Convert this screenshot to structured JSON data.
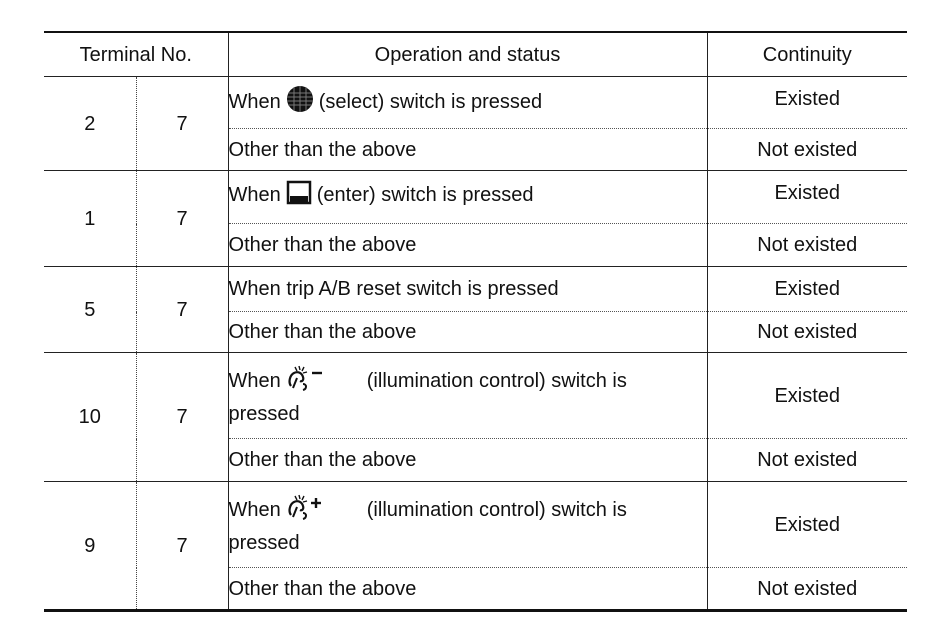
{
  "table": {
    "headers": {
      "terminal": "Terminal No.",
      "operation": "Operation and status",
      "continuity": "Continuity"
    },
    "rows": [
      {
        "terminal_a": "2",
        "terminal_b": "7",
        "pressed": {
          "prefix": "When",
          "icon": "select-circle-icon",
          "suffix": "(select) switch is pressed",
          "continuity": "Existed"
        },
        "other": {
          "text": "Other than the above",
          "continuity": "Not existed"
        }
      },
      {
        "terminal_a": "1",
        "terminal_b": "7",
        "pressed": {
          "prefix": "When",
          "icon": "enter-square-icon",
          "suffix": "(enter) switch is pressed",
          "continuity": "Existed"
        },
        "other": {
          "text": "Other than the above",
          "continuity": "Not existed"
        }
      },
      {
        "terminal_a": "5",
        "terminal_b": "7",
        "pressed": {
          "text": "When trip A/B reset switch is pressed",
          "continuity": "Existed"
        },
        "other": {
          "text": "Other than the above",
          "continuity": "Not existed"
        }
      },
      {
        "terminal_a": "10",
        "terminal_b": "7",
        "pressed": {
          "prefix": "When",
          "icon": "illumination-minus-icon",
          "suffix": "(illumination control) switch is",
          "suffix2": "pressed",
          "continuity": "Existed"
        },
        "other": {
          "text": "Other than the above",
          "continuity": "Not existed"
        }
      },
      {
        "terminal_a": "9",
        "terminal_b": "7",
        "pressed": {
          "prefix": "When",
          "icon": "illumination-plus-icon",
          "suffix": "(illumination control) switch is",
          "suffix2": "pressed",
          "continuity": "Existed"
        },
        "other": {
          "text": "Other than the above",
          "continuity": "Not existed"
        }
      }
    ]
  }
}
